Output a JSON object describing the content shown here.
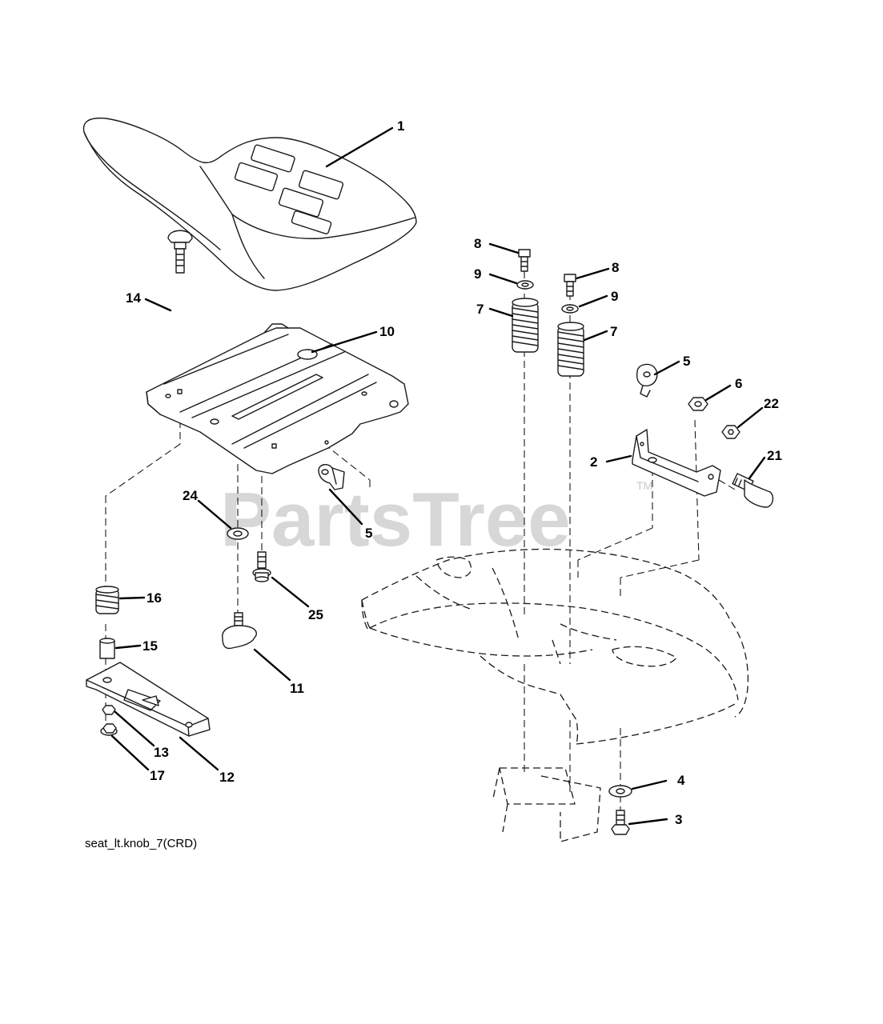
{
  "diagram": {
    "code": "seat_lt.knob_7(CRD)",
    "watermark": "PartsTree",
    "watermark_mark": "TM",
    "callouts": [
      "1",
      "14",
      "10",
      "8",
      "9",
      "7",
      "8",
      "9",
      "7",
      "5",
      "6",
      "22",
      "2",
      "21",
      "24",
      "5",
      "25",
      "16",
      "15",
      "11",
      "13",
      "12",
      "17",
      "4",
      "3"
    ],
    "parts": [
      "seat",
      "carriage-bolt",
      "seat-pan",
      "bolt",
      "washer",
      "spring",
      "clip",
      "nut",
      "bracket",
      "knob-bolt",
      "spring-washer",
      "shoulder-bolt",
      "spring-small",
      "spacer",
      "wing-knob",
      "slide-plate",
      "locknut",
      "flange-nut",
      "washer-lower",
      "bolt-lower",
      "fender-frame"
    ]
  }
}
